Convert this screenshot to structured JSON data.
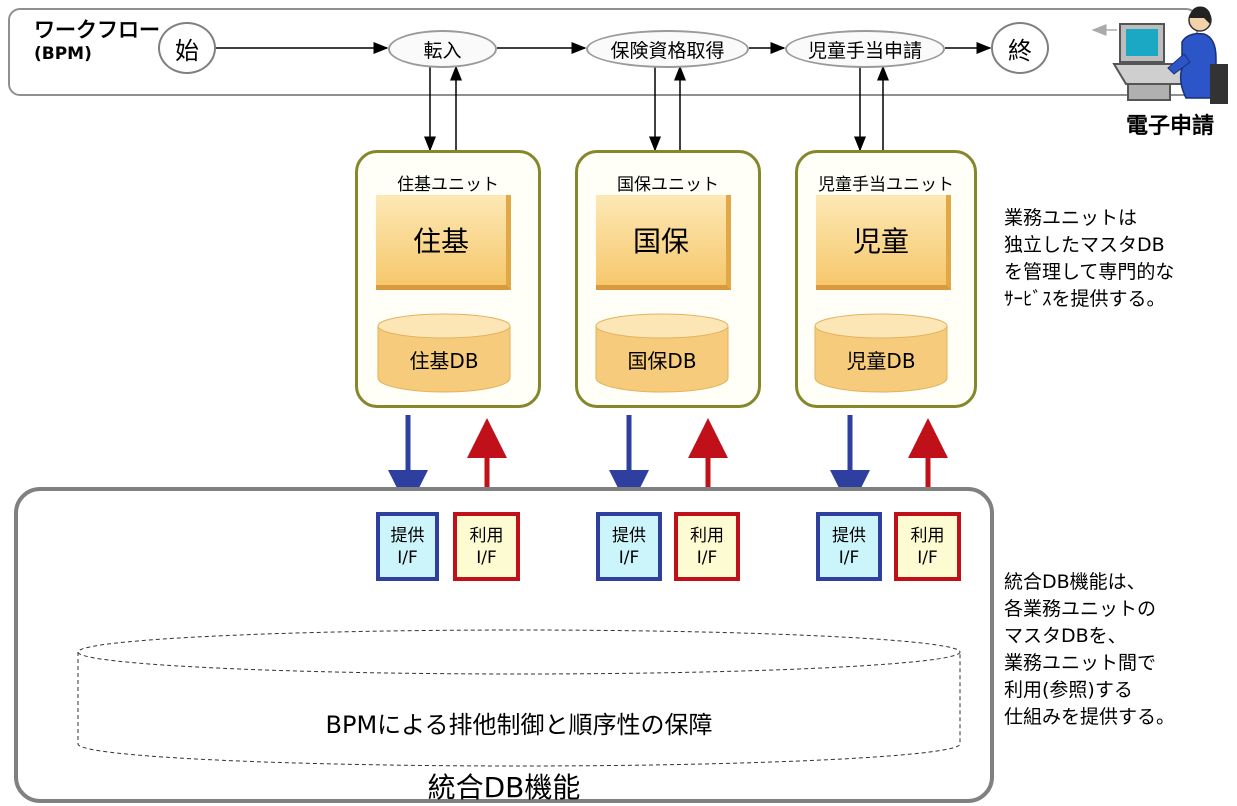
{
  "workflow": {
    "title": "ワークフロー",
    "subtitle": "(BPM)",
    "start": "始",
    "end": "終",
    "steps": [
      "転入",
      "保険資格取得",
      "児童手当申請"
    ]
  },
  "e_application": {
    "label": "電子申請"
  },
  "units": [
    {
      "title": "住基ユニット",
      "service": "住基",
      "db": "住基DB",
      "provide": "提供\nI/F",
      "use": "利用\nI/F"
    },
    {
      "title": "国保ユニット",
      "service": "国保",
      "db": "国保DB",
      "provide": "提供\nI/F",
      "use": "利用\nI/F"
    },
    {
      "title": "児童手当ユニット",
      "service": "児童",
      "db": "児童DB",
      "provide": "提供\nI/F",
      "use": "利用\nI/F"
    }
  ],
  "integrated": {
    "cylinder_text": "BPMによる排他制御と順序性の保障",
    "title": "統合DB機能"
  },
  "notes": {
    "unit_note": [
      "業務ユニットは",
      "独立したマスタDB",
      "を管理して専門的な",
      "ｻｰﾋﾞｽを提供する。"
    ],
    "integrated_note": [
      "統合DB機能は、",
      "各業務ユニットの",
      "マスタDBを、",
      "業務ユニット間で",
      "利用(参照)する",
      "仕組みを提供する。"
    ]
  },
  "colors": {
    "provide_arrow": "#2f3f9f",
    "use_arrow": "#c0101a",
    "db_fill": "#f8d48e",
    "unit_border": "#86862a"
  }
}
